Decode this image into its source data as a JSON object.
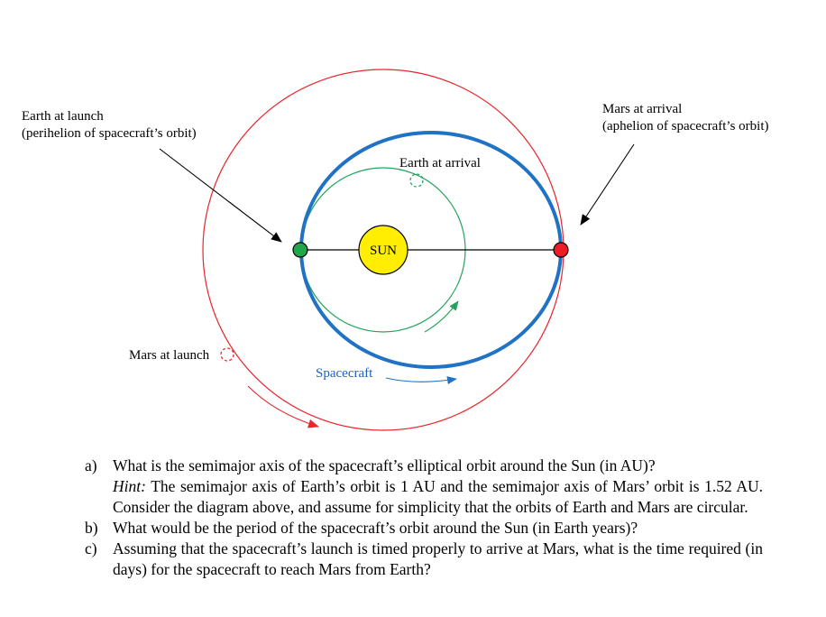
{
  "diagram": {
    "labels": {
      "earth_launch_line1": "Earth at launch",
      "earth_launch_line2": "(perihelion of spacecraft’s orbit)",
      "mars_arrival_line1": "Mars at arrival",
      "mars_arrival_line2": "(aphelion of spacecraft’s orbit)",
      "earth_arrival": "Earth at arrival",
      "sun": "SUN",
      "mars_launch": "Mars at launch",
      "spacecraft": "Spacecraft"
    },
    "colors": {
      "earth_orbit": "#22a45d",
      "mars_orbit": "#e8262c",
      "transfer_orbit": "#1f72c4",
      "sun_fill": "#ffee00",
      "earth_marker": "#1ea84a",
      "mars_marker": "#ee1c24",
      "text_blue": "#1f5fbf"
    }
  },
  "questions": [
    {
      "letter": "a)",
      "text": "What is the semimajor axis of the spacecraft’s elliptical orbit around the Sun (in AU)?",
      "hint_label": "Hint:",
      "hint": "The semimajor axis of Earth’s orbit is 1 AU and the semimajor axis of Mars’ orbit is 1.52 AU.  Consider the diagram above, and assume for simplicity that the orbits of Earth and Mars are circular."
    },
    {
      "letter": "b)",
      "text": "What would be the period of the spacecraft’s orbit around the Sun (in Earth years)?"
    },
    {
      "letter": "c)",
      "text": "Assuming that the spacecraft’s launch is timed properly to arrive at Mars, what is the time required (in days) for the spacecraft to reach Mars from Earth?"
    }
  ]
}
